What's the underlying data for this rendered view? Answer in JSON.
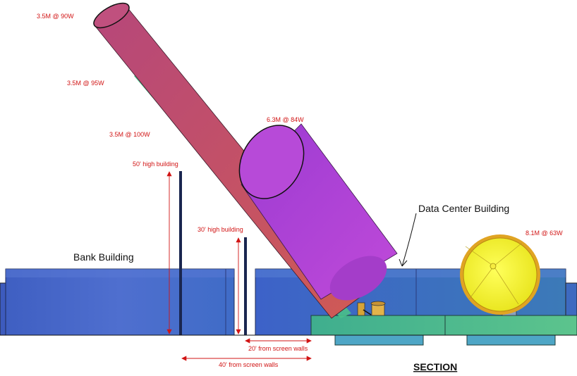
{
  "antenna_labels": {
    "a_3_5m_90w": "3.5M @ 90W",
    "a_3_5m_95w": "3.5M @ 95W",
    "a_3_5m_100w": "3.5M @ 100W",
    "a_6_3m_84w": "6.3M @ 84W",
    "a_8_1m_63w": "8.1M @ 63W"
  },
  "building_labels": {
    "bank": "Bank Building",
    "data_center": "Data Center Building",
    "high_50": "50' high building",
    "high_30": "30' high building"
  },
  "dimension_labels": {
    "from_walls_20": "20' from screen walls",
    "from_walls_40": "40' from screen walls"
  },
  "section_title": "SECTION",
  "colors": {
    "building_blue": "#4a6fd0",
    "dish_yellow": "#f3ef2e",
    "beam_red": "#c24c6e",
    "cylinder_purple": "#b23fd6",
    "platform_teal": "#4eb68c",
    "annotation_red": "#d11414"
  }
}
